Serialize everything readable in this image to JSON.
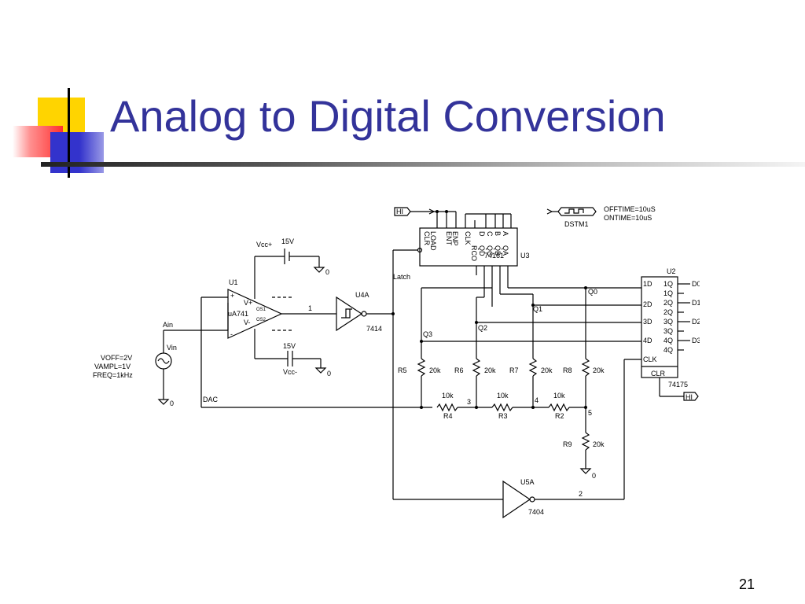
{
  "slide": {
    "title": "Analog to Digital Conversion",
    "page_number": "21",
    "colors": {
      "title": "#33339a",
      "deco_yellow": "#ffd400",
      "deco_red": "#ff4040",
      "deco_blue": "#3333cc"
    }
  },
  "schematic": {
    "source": {
      "ref": "Vin",
      "voff": "VOFF=2V",
      "vampl": "VAMPL=1V",
      "freq": "FREQ=1kHz"
    },
    "opamp": {
      "ref": "U1",
      "part": "uA741",
      "vplus": "V+",
      "vminus": "V-",
      "plus": "+",
      "minus": "-",
      "os1": "OS1",
      "os2": "OS2"
    },
    "supply_pos": {
      "ref": "Vcc+",
      "value": "15V"
    },
    "supply_neg": {
      "ref": "Vcc-",
      "value": "15V"
    },
    "schmitt": {
      "ref": "U4A",
      "part": "7414"
    },
    "inverter": {
      "ref": "U5A",
      "part": "7404"
    },
    "counter": {
      "ref": "U3",
      "part": "74161",
      "pins_top": [
        "ENT",
        "ENP",
        "CLK",
        "D",
        "C",
        "B",
        "A"
      ],
      "pins_left": [
        "CLR",
        "LOAD"
      ],
      "pins_bottom": [
        "RCO",
        "QD",
        "QC",
        "QB",
        "QA"
      ]
    },
    "latch": {
      "ref": "U2",
      "part": "74175",
      "pins_left": [
        "1D",
        "2D",
        "3D",
        "4D",
        "CLK"
      ],
      "pins_right": [
        "1Q",
        "1Q",
        "2Q",
        "2Q",
        "3Q",
        "3Q",
        "4Q",
        "4Q"
      ],
      "clr": "CLR"
    },
    "clock": {
      "ref": "DSTM1",
      "offtime": "OFFTIME=10uS",
      "ontime": "ONTIME=10uS"
    },
    "resistors": [
      {
        "ref": "R5",
        "value": "20k"
      },
      {
        "ref": "R6",
        "value": "20k"
      },
      {
        "ref": "R7",
        "value": "20k"
      },
      {
        "ref": "R8",
        "value": "20k"
      },
      {
        "ref": "R4",
        "value": "10k"
      },
      {
        "ref": "R3",
        "value": "10k"
      },
      {
        "ref": "R2",
        "value": "10k"
      },
      {
        "ref": "R9",
        "value": "20k"
      }
    ],
    "nets": {
      "ain": "Ain",
      "dac": "DAC",
      "latch": "Latch",
      "q0": "Q0",
      "q1": "Q1",
      "q2": "Q2",
      "q3": "Q3",
      "n1": "1",
      "n2": "2",
      "n3": "3",
      "n4": "4",
      "n5": "5"
    },
    "outputs": [
      "D0",
      "D1",
      "D2",
      "D3"
    ],
    "hi": "HI",
    "gnd": "0"
  }
}
